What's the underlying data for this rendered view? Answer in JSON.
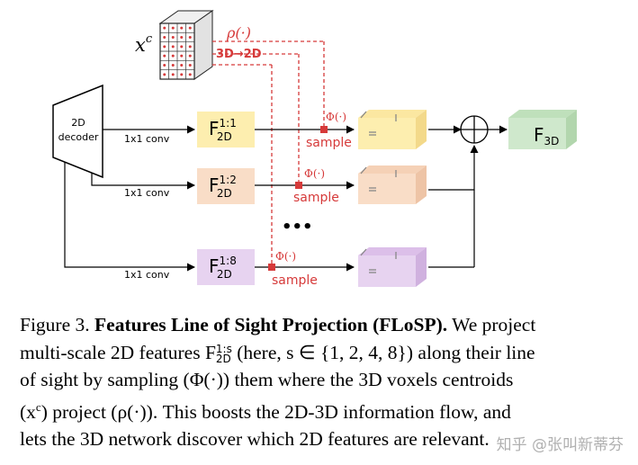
{
  "diagram": {
    "xc_label": "x",
    "xc_sup": "c",
    "rho_label": "ρ(·)",
    "proj_label": "3D→2D",
    "decoder_label_line1": "2D",
    "decoder_label_line2": "decoder",
    "conv_labels": [
      "1x1 conv",
      "1x1 conv",
      "1x1 conv"
    ],
    "features": [
      {
        "main": "F",
        "sup": "1:1",
        "sub": "2D"
      },
      {
        "main": "F",
        "sup": "1:2",
        "sub": "2D"
      },
      {
        "main": "F",
        "sup": "1:8",
        "sub": "2D"
      }
    ],
    "phi_labels": [
      "Φ(·)",
      "Φ(·)",
      "Φ(·)"
    ],
    "sample_labels": [
      "sample",
      "sample",
      "sample"
    ],
    "ellipsis": "•••",
    "output": {
      "main": "F",
      "sub": "3D"
    },
    "colors": {
      "red": "#d63a3a",
      "yellow": "#fdeeaf",
      "orange": "#f9ddc7",
      "purple": "#e7d3f0",
      "green": "#cfe8cc"
    }
  },
  "caption": {
    "figure_num": "Figure 3.",
    "title": "Features Line of Sight Projection (FLoSP).",
    "lines": [
      " We project",
      "multi-scale 2D features F",
      " (here, s ∈ {1, 2, 4, 8}) along their line",
      "of sight by sampling (Φ(·)) them where the 3D voxels centroids",
      "(x",
      ") project (ρ(·)).  This boosts the 2D-3D information flow, and",
      "lets the 3D network discover which 2D features are relevant."
    ],
    "f_sup": "1:s",
    "f_sub": "2D",
    "x_sup": "c"
  },
  "watermark": "知乎 @张叫新蒂芬"
}
